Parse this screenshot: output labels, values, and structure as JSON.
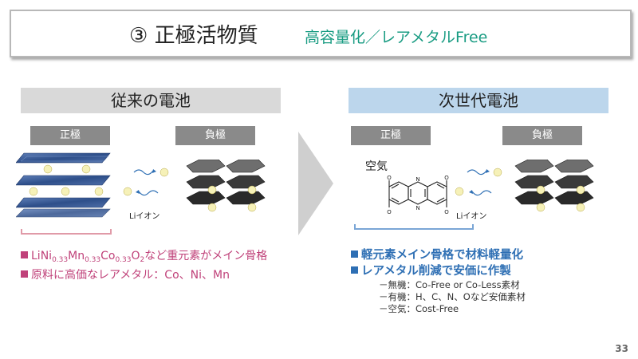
{
  "title": {
    "main": "③ 正極活物質",
    "sub": "高容量化／レアメタルFree"
  },
  "left_panel": {
    "banner": "従来の電池",
    "cathode_label": "正極",
    "anode_label": "負極",
    "ion_label": "Liイオン",
    "bullet1_parts": [
      "LiNi",
      "0.33",
      "Mn",
      "0.33",
      "Co",
      "0.33",
      "O",
      "2",
      "など重元素がメイン骨格"
    ],
    "bullet2": "原料に高価なレアメタル：Co、Ni、Mn"
  },
  "right_panel": {
    "banner": "次世代電池",
    "cathode_label": "正極",
    "anode_label": "負極",
    "ion_label": "Liイオン",
    "air_label": "空気",
    "molecule_atoms": [
      "O",
      "O",
      "N",
      "N",
      "O",
      "O"
    ],
    "bullet1": "軽元素メイン骨格で材料軽量化",
    "bullet2": "レアメタル削減で安価に作製",
    "sub_items": [
      "－無機：Co-Free or Co-Less素材",
      "－有機：H、C、N、Oなど安価素材",
      "－空気：Cost-Free"
    ]
  },
  "page_number": "33",
  "colors": {
    "accent_green": "#1a9c83",
    "left_bullet": "#c0427a",
    "right_bullet": "#2e6fb4",
    "right_banner": "#bcd6ec",
    "left_banner": "#d9d9d9",
    "tag_gray": "#8a8a8a"
  }
}
